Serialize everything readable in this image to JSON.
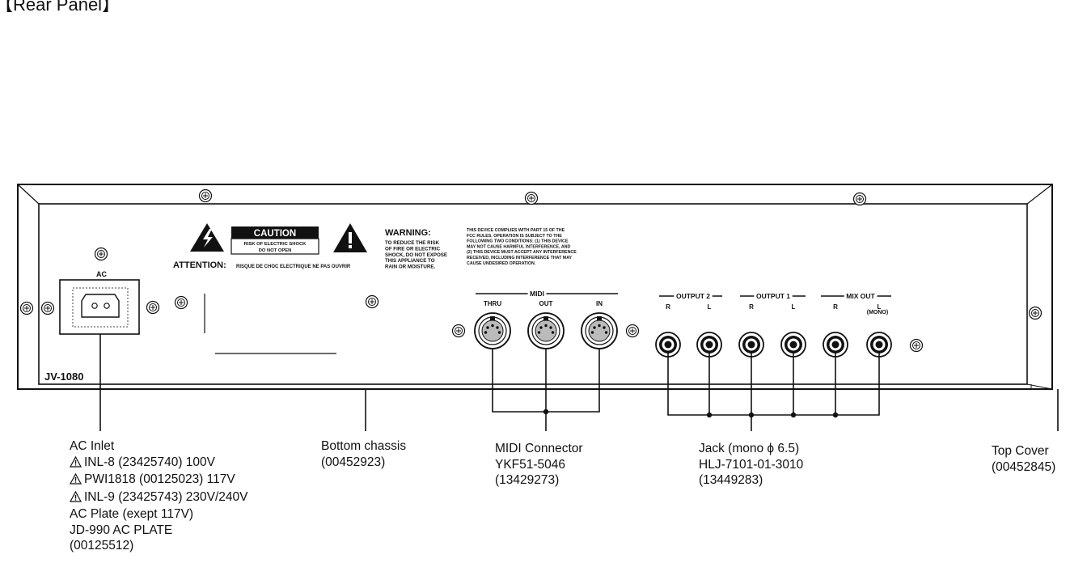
{
  "section_title": "【Rear Panel】",
  "model_label": "JV-1080",
  "ac_label": "AC",
  "caution": {
    "title": "CAUTION",
    "line1": "RISK OF ELECTRIC SHOCK",
    "line2": "DO NOT OPEN"
  },
  "attention": {
    "label": "ATTENTION:",
    "text": "RISQUE DE CHOC ELECTRIQUE NE PAS OUVRIR"
  },
  "warning": {
    "title": "WARNING:",
    "lines": [
      "TO REDUCE THE RISK",
      "OF FIRE OR ELECTRIC",
      "SHOCK, DO NOT EXPOSE",
      "THIS APPLIANCE TO",
      "RAIN OR MOISTURE."
    ]
  },
  "fcc_lines": [
    "THIS DEVICE COMPLIES WITH PART 15 OF THE",
    "FCC RULES. OPERATION IS SUBJECT TO THE",
    "FOLLOWING TWO CONDITIONS: (1) THIS DEVICE",
    "MAY NOT CAUSE HARMFUL INTERFERENCE, AND",
    "(2) THIS DEVICE MUST ACCEPT ANY INTERFERENCE",
    "RECEIVED, INCLUDING INTERFERENCE THAT MAY",
    "CAUSE UNDESIRED OPERATION."
  ],
  "midi": {
    "group_label": "MIDI",
    "ports": [
      "THRU",
      "OUT",
      "IN"
    ]
  },
  "outputs": {
    "groups": [
      "OUTPUT 2",
      "OUTPUT 1",
      "MIX OUT"
    ],
    "channels": [
      "R",
      "L",
      "R",
      "L",
      "R",
      "L"
    ],
    "mono_label": "(MONO)"
  },
  "callouts": {
    "ac_inlet": {
      "title": "AC Inlet",
      "parts": [
        "INL-8 (23425740) 100V",
        "PWI1818 (00125023) 117V",
        "INL-9 (23425743) 230V/240V"
      ],
      "extra": [
        "AC Plate (exept 117V)",
        "JD-990 AC PLATE",
        "(00125512)"
      ]
    },
    "bottom_chassis": [
      "Bottom chassis",
      "(00452923)"
    ],
    "midi_connector": [
      "MIDI Connector",
      "YKF51-5046",
      "(13429273)"
    ],
    "jack": [
      "Jack (mono ϕ 6.5)",
      "HLJ-7101-01-3010",
      "(13449283)"
    ],
    "top_cover": [
      "Top Cover",
      "(00452845)"
    ]
  }
}
